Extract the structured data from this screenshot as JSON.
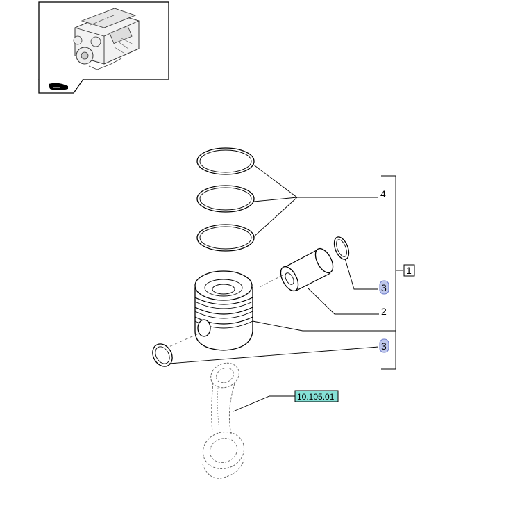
{
  "labels": {
    "piston_rings": "4",
    "piston_assembly": "1",
    "piston_pin": "2",
    "snap_ring_upper": "3",
    "snap_ring_lower": "3",
    "connecting_rod_ref": "10.105.01"
  },
  "colors": {
    "highlight_fill": "#bfc8ec",
    "highlight_stroke": "#6a78c8",
    "ref_box_fill": "#86e1d6",
    "line": "#000000"
  },
  "icons": {
    "engine_thumbnail": "engine-thumbnail-icon",
    "navigate_back": "hand-pointer-icon"
  }
}
